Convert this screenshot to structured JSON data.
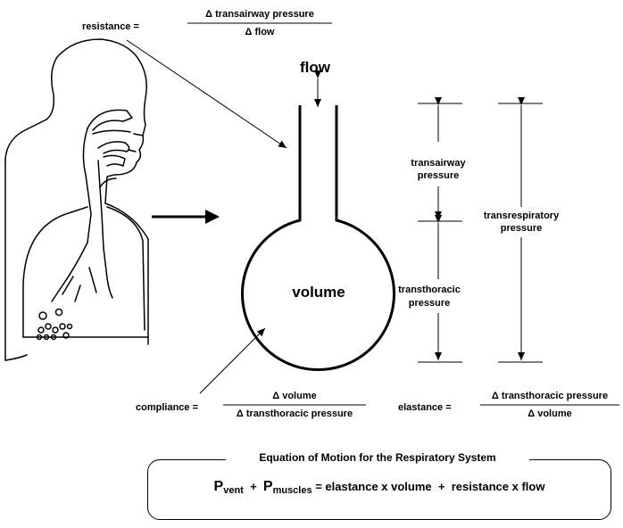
{
  "resistance": {
    "label": "resistance =",
    "numerator": "Δ transairway pressure",
    "denominator": "Δ flow"
  },
  "flow_label": "flow",
  "volume_label": "volume",
  "transairway": {
    "line1": "transairway",
    "line2": "pressure"
  },
  "transthoracic": {
    "line1": "transthoracic",
    "line2": "pressure"
  },
  "transrespiratory": {
    "line1": "transrespiratory",
    "line2": "pressure"
  },
  "compliance": {
    "label": "compliance =",
    "numerator": "Δ volume",
    "denominator": "Δ transthoracic pressure"
  },
  "elastance": {
    "label": "elastance =",
    "numerator": "Δ transthoracic pressure",
    "denominator": "Δ volume"
  },
  "equation": {
    "title": "Equation of Motion for the Respiratory System",
    "p": "P",
    "vent_sub": "vent",
    "plus": "+",
    "muscles_sub": "muscles",
    "rhs": "= elastance x volume  +  resistance x flow"
  }
}
